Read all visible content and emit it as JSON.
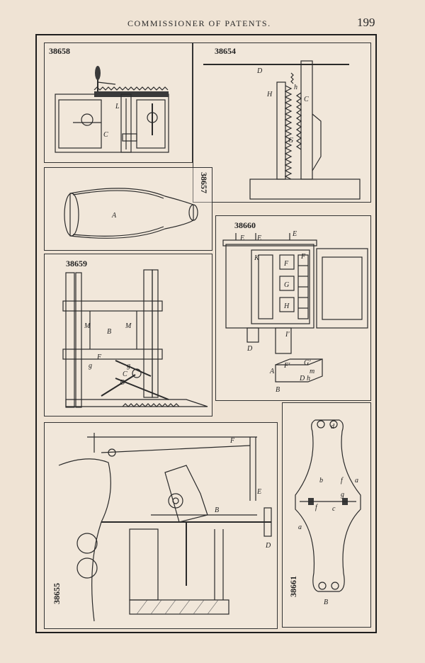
{
  "header": {
    "running_title": "COMMISSIONER OF PATENTS.",
    "page_number": "199"
  },
  "panels": [
    {
      "number": "38658"
    },
    {
      "number": "38654"
    },
    {
      "number": "38657"
    },
    {
      "number": "38660"
    },
    {
      "number": "38659"
    },
    {
      "number": "38655"
    },
    {
      "number": "38661"
    }
  ],
  "figure_labels": {
    "p38658": [
      "L",
      "C"
    ],
    "p38654": [
      "D",
      "h",
      "H",
      "C",
      "G"
    ],
    "p38657": [
      "A"
    ],
    "p38660": [
      "E",
      "E",
      "E",
      "K",
      "F",
      "F",
      "G",
      "H",
      "I'",
      "D",
      "A",
      "F'",
      "G'",
      "m",
      "D",
      "h",
      "B"
    ],
    "p38659": [
      "M",
      "M",
      "B",
      "F",
      "g",
      "g",
      "C",
      "D"
    ],
    "p38655": [
      "F",
      "E",
      "B",
      "D"
    ],
    "p38661": [
      "d",
      "b",
      "f",
      "a",
      "f",
      "g",
      "c",
      "a",
      "B"
    ]
  }
}
